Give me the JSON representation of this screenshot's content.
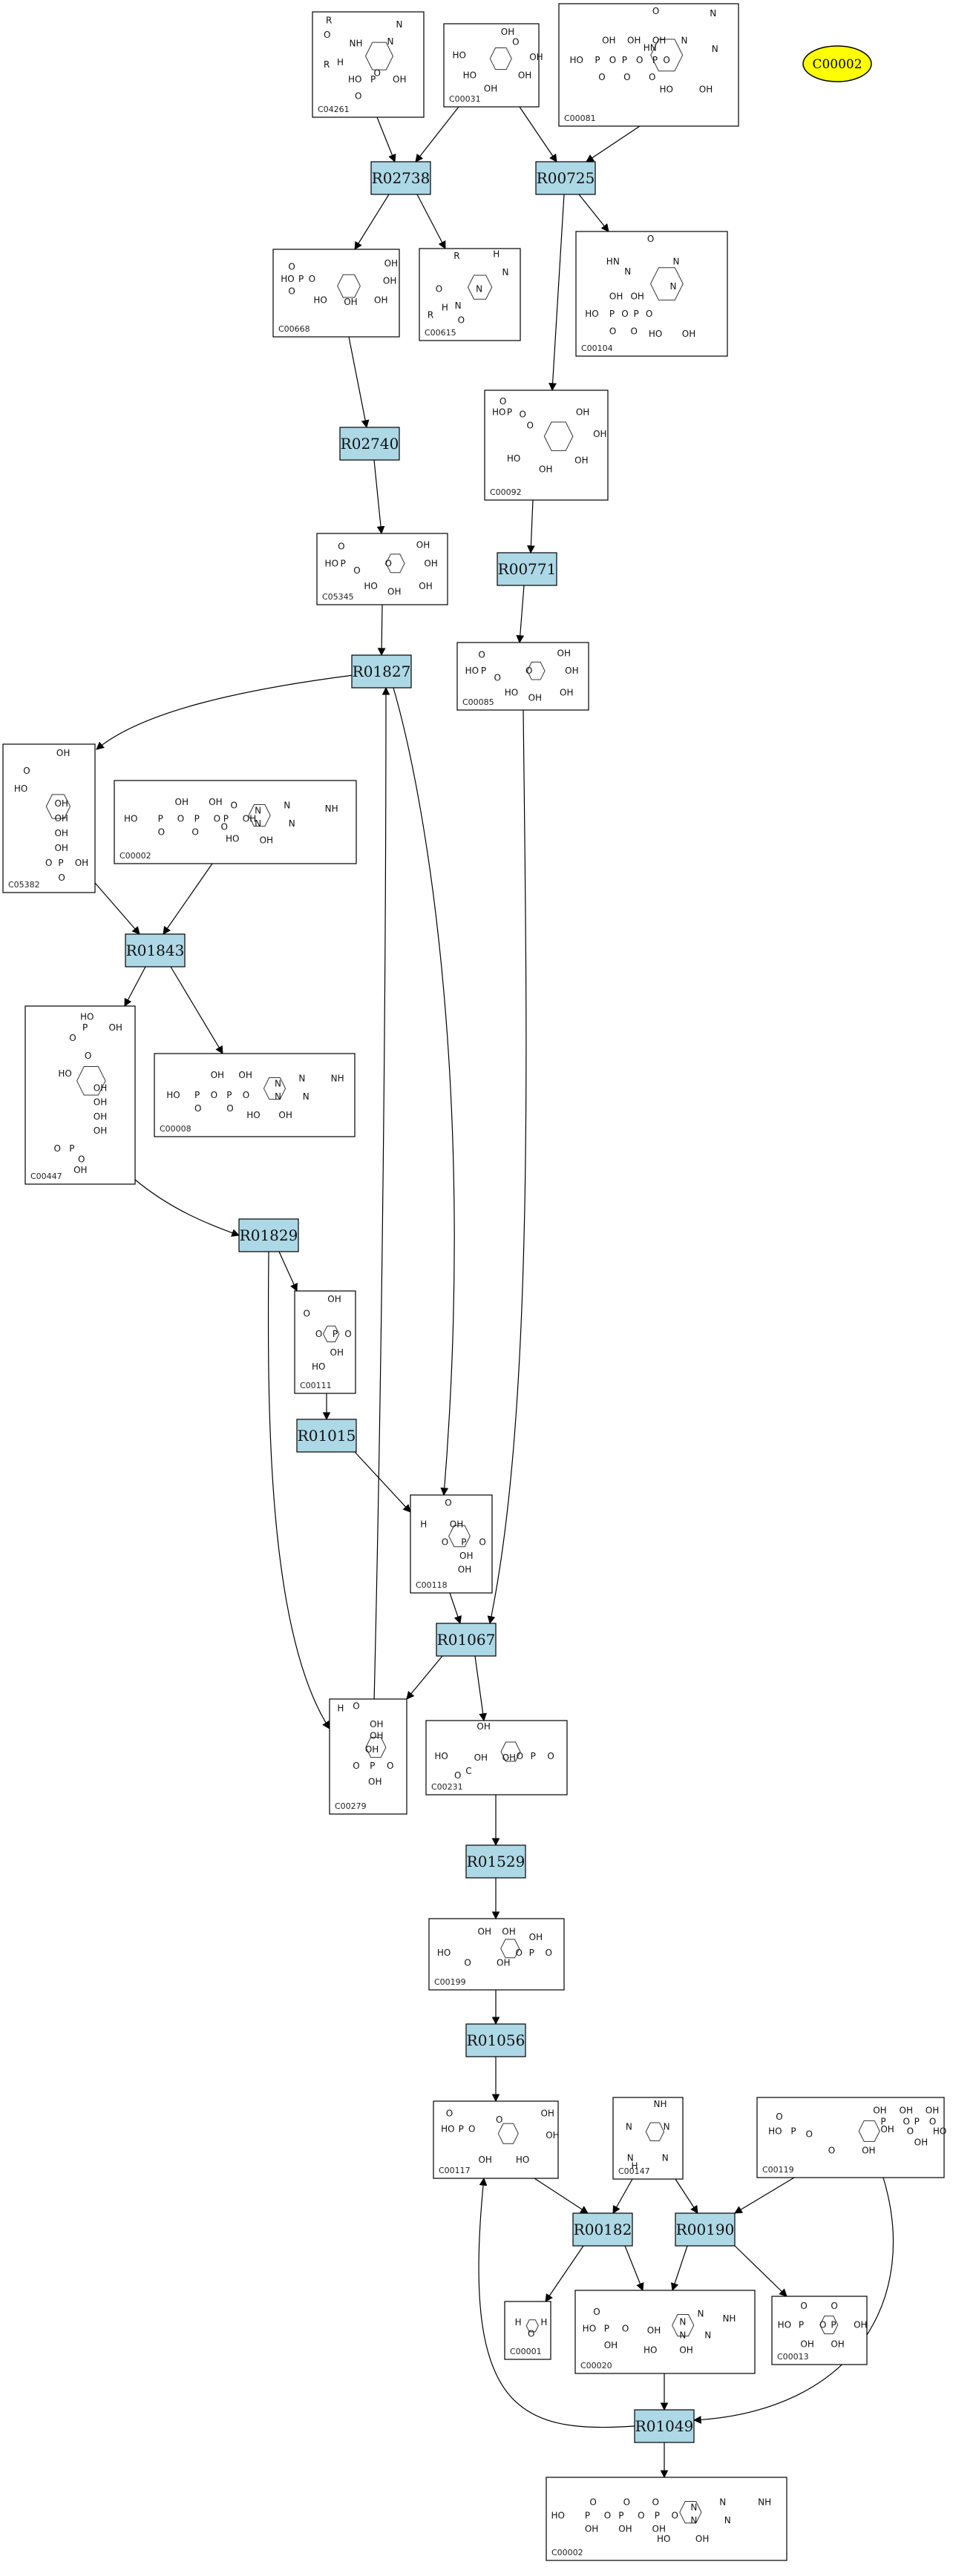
{
  "colors": {
    "reaction_fill": "#add8e6",
    "node_stroke": "#000000",
    "edge": "#000000",
    "highlight": "#ffff00"
  },
  "highlight_node": {
    "label": "C00002"
  },
  "reactions": [
    {
      "id": "R02738",
      "label": "R02738"
    },
    {
      "id": "R00725",
      "label": "R00725"
    },
    {
      "id": "R02740",
      "label": "R02740"
    },
    {
      "id": "R00771",
      "label": "R00771"
    },
    {
      "id": "R01827",
      "label": "R01827"
    },
    {
      "id": "R01843",
      "label": "R01843"
    },
    {
      "id": "R01829",
      "label": "R01829"
    },
    {
      "id": "R01015",
      "label": "R01015"
    },
    {
      "id": "R01067",
      "label": "R01067"
    },
    {
      "id": "R01529",
      "label": "R01529"
    },
    {
      "id": "R01056",
      "label": "R01056"
    },
    {
      "id": "R00182",
      "label": "R00182"
    },
    {
      "id": "R00190",
      "label": "R00190"
    },
    {
      "id": "R01049",
      "label": "R01049"
    }
  ],
  "compounds": [
    {
      "id": "C04261",
      "label": "C04261",
      "atoms": [
        "R",
        "O",
        "NH",
        "R",
        "H",
        "N",
        "O",
        "HO",
        "P",
        "OH",
        "O",
        "N"
      ]
    },
    {
      "id": "C00031",
      "label": "C00031",
      "atoms": [
        "OH",
        "O",
        "HO",
        "OH",
        "HO",
        "OH",
        "OH"
      ]
    },
    {
      "id": "C00081",
      "label": "C00081",
      "atoms": [
        "O",
        "HN",
        "N",
        "N",
        "N",
        "OH",
        "OH",
        "OH",
        "HO",
        "P",
        "O",
        "P",
        "O",
        "P",
        "O",
        "O",
        "O",
        "O",
        "HO",
        "OH"
      ]
    },
    {
      "id": "C00668",
      "label": "C00668",
      "atoms": [
        "O",
        "HO",
        "P",
        "O",
        "OH",
        "OH",
        "O",
        "HO",
        "OH",
        "OH"
      ]
    },
    {
      "id": "C00615",
      "label": "C00615",
      "atoms": [
        "R",
        "H",
        "N",
        "O",
        "N",
        "R",
        "H",
        "N",
        "O"
      ]
    },
    {
      "id": "C00104",
      "label": "C00104",
      "atoms": [
        "O",
        "HN",
        "N",
        "N",
        "N",
        "OH",
        "OH",
        "HO",
        "P",
        "O",
        "P",
        "O",
        "O",
        "O",
        "HO",
        "OH"
      ]
    },
    {
      "id": "C00092",
      "label": "C00092",
      "atoms": [
        "O",
        "HO",
        "P",
        "O",
        "OH",
        "O",
        "OH",
        "HO",
        "OH",
        "OH"
      ]
    },
    {
      "id": "C05345",
      "label": "C05345",
      "atoms": [
        "O",
        "HO",
        "P",
        "O",
        "OH",
        "O",
        "OH",
        "OH",
        "HO",
        "OH"
      ]
    },
    {
      "id": "C00085",
      "label": "C00085",
      "atoms": [
        "O",
        "HO",
        "P",
        "O",
        "OH",
        "O",
        "OH",
        "OH",
        "HO",
        "OH"
      ]
    },
    {
      "id": "C05382",
      "label": "C05382",
      "atoms": [
        "OH",
        "O",
        "HO",
        "OH",
        "OH",
        "OH",
        "OH",
        "O",
        "P",
        "OH",
        "O"
      ]
    },
    {
      "id": "C00002",
      "label": "C00002",
      "atoms": [
        "NH",
        "N",
        "N",
        "N",
        "N",
        "OH",
        "OH",
        "OH",
        "HO",
        "P",
        "O",
        "P",
        "O",
        "P",
        "O",
        "O",
        "O",
        "O",
        "HO",
        "OH"
      ]
    },
    {
      "id": "C00447",
      "label": "C00447",
      "atoms": [
        "HO",
        "P",
        "OH",
        "O",
        "O",
        "HO",
        "OH",
        "OH",
        "OH",
        "OH",
        "O",
        "P",
        "O",
        "OH"
      ]
    },
    {
      "id": "C00008",
      "label": "C00008",
      "atoms": [
        "NH",
        "N",
        "N",
        "N",
        "N",
        "OH",
        "OH",
        "HO",
        "P",
        "O",
        "P",
        "O",
        "O",
        "O",
        "HO",
        "OH"
      ]
    },
    {
      "id": "C00111",
      "label": "C00111",
      "atoms": [
        "OH",
        "O",
        "O",
        "P",
        "O",
        "OH",
        "HO"
      ]
    },
    {
      "id": "C00118",
      "label": "C00118",
      "atoms": [
        "O",
        "H",
        "OH",
        "O",
        "P",
        "O",
        "OH",
        "OH"
      ]
    },
    {
      "id": "C00279",
      "label": "C00279",
      "atoms": [
        "O",
        "H",
        "OH",
        "OH",
        "OH",
        "O",
        "P",
        "O",
        "OH"
      ]
    },
    {
      "id": "C00231",
      "label": "C00231",
      "atoms": [
        "OH",
        "HO",
        "OH",
        "OH",
        "O",
        "P",
        "O",
        "C",
        "O"
      ]
    },
    {
      "id": "C00199",
      "label": "C00199",
      "atoms": [
        "OH",
        "OH",
        "HO",
        "OH",
        "O",
        "P",
        "O",
        "O",
        "OH"
      ]
    },
    {
      "id": "C00117",
      "label": "C00117",
      "atoms": [
        "O",
        "HO",
        "P",
        "O",
        "OH",
        "O",
        "OH",
        "HO",
        "OH"
      ]
    },
    {
      "id": "C00147",
      "label": "C00147",
      "atoms": [
        "NH",
        "N",
        "N",
        "N",
        "N",
        "H"
      ]
    },
    {
      "id": "C00119",
      "label": "C00119",
      "atoms": [
        "O",
        "HO",
        "P",
        "O",
        "OH",
        "OH",
        "OH",
        "OH",
        "O",
        "P",
        "O",
        "P",
        "O",
        "HO",
        "OH",
        "OH",
        "O"
      ]
    },
    {
      "id": "C00001",
      "label": "C00001",
      "atoms": [
        "H",
        "O",
        "H"
      ]
    },
    {
      "id": "C00020",
      "label": "C00020",
      "atoms": [
        "NH",
        "N",
        "N",
        "N",
        "N",
        "O",
        "HO",
        "P",
        "O",
        "OH",
        "OH",
        "HO",
        "OH"
      ]
    },
    {
      "id": "C00013",
      "label": "C00013",
      "atoms": [
        "O",
        "O",
        "HO",
        "P",
        "O",
        "P",
        "OH",
        "OH",
        "OH"
      ]
    },
    {
      "id": "C00002_b",
      "label": "C00002",
      "atoms": [
        "NH",
        "N",
        "N",
        "N",
        "N",
        "O",
        "O",
        "O",
        "HO",
        "P",
        "O",
        "P",
        "O",
        "P",
        "O",
        "OH",
        "OH",
        "OH",
        "HO",
        "OH"
      ]
    }
  ]
}
